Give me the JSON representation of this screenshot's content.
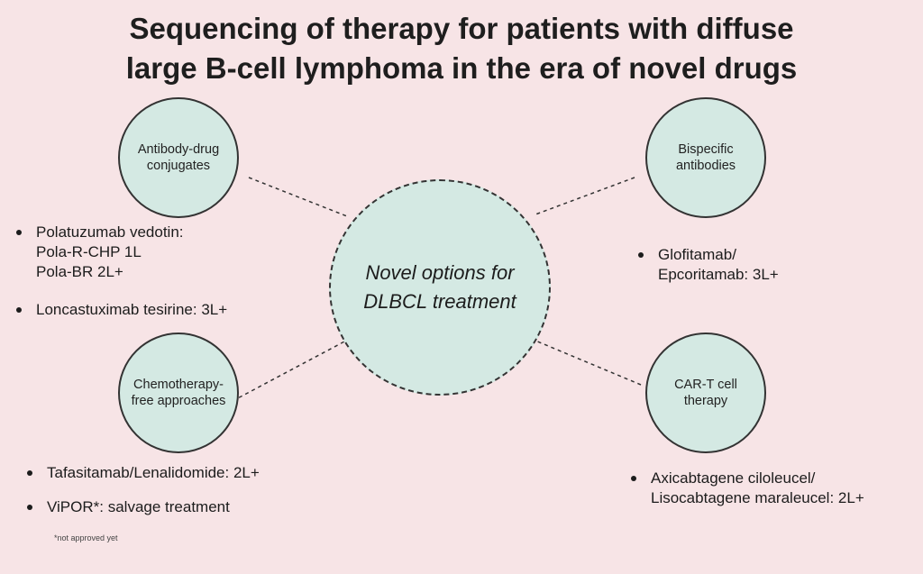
{
  "title": {
    "line1": "Sequencing of therapy for patients with diffuse",
    "line2": "large B-cell lymphoma in the era of novel drugs"
  },
  "center": {
    "line1": "Novel options for",
    "line2": "DLBCL treatment"
  },
  "nodes": {
    "adc": {
      "line1": "Antibody-drug",
      "line2": "conjugates"
    },
    "bispecific": {
      "line1": "Bispecific",
      "line2": "antibodies"
    },
    "chemo_free": {
      "line1": "Chemotherapy-",
      "line2": "free approaches"
    },
    "car_t": {
      "line1": "CAR-T cell",
      "line2": "therapy"
    }
  },
  "lists": {
    "adc": [
      {
        "line1": "Polatuzumab vedotin:",
        "line2": "Pola-R-CHP 1L",
        "line3": "Pola-BR 2L+"
      },
      {
        "line1": "Loncastuximab tesirine: 3L+"
      }
    ],
    "bispecific": [
      {
        "line1": "Glofitamab/",
        "line2": "Epcoritamab: 3L+"
      }
    ],
    "chemo_free": [
      {
        "line1": "Tafasitamab/Lenalidomide: 2L+"
      },
      {
        "line1": "ViPOR*: salvage treatment"
      }
    ],
    "car_t": [
      {
        "line1": "Axicabtagene ciloleucel/",
        "line2": "Lisocabtagene maraleucel: 2L+"
      }
    ]
  },
  "footnote": "*not approved yet",
  "colors": {
    "background": "#f7e4e6",
    "circle_fill": "#d4e9e3",
    "outline": "#333333"
  }
}
